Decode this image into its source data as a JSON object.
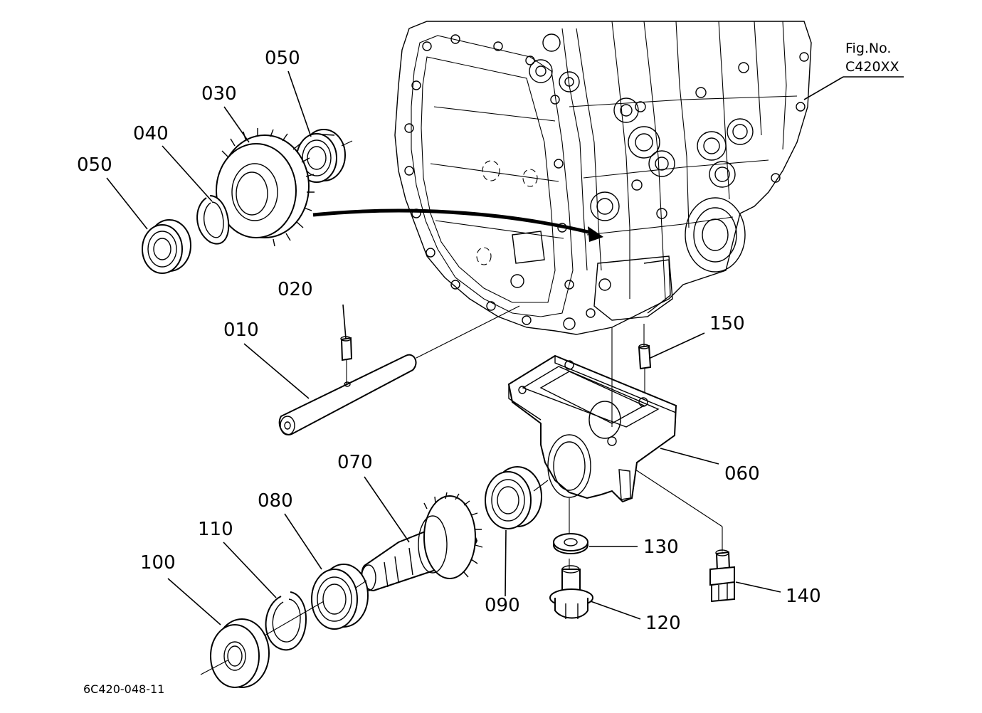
{
  "figure": {
    "fig_no_label": "Fig.No.",
    "fig_no_value": "C420XX",
    "drawing_code": "6C420-048-11"
  },
  "callouts": [
    {
      "id": "010",
      "text": "010"
    },
    {
      "id": "020",
      "text": "020"
    },
    {
      "id": "030",
      "text": "030"
    },
    {
      "id": "040",
      "text": "040"
    },
    {
      "id": "050a",
      "text": "050"
    },
    {
      "id": "050b",
      "text": "050"
    },
    {
      "id": "060",
      "text": "060"
    },
    {
      "id": "070",
      "text": "070"
    },
    {
      "id": "080",
      "text": "080"
    },
    {
      "id": "090",
      "text": "090"
    },
    {
      "id": "100",
      "text": "100"
    },
    {
      "id": "110",
      "text": "110"
    },
    {
      "id": "120",
      "text": "120"
    },
    {
      "id": "130",
      "text": "130"
    },
    {
      "id": "140",
      "text": "140"
    },
    {
      "id": "150",
      "text": "150"
    }
  ]
}
